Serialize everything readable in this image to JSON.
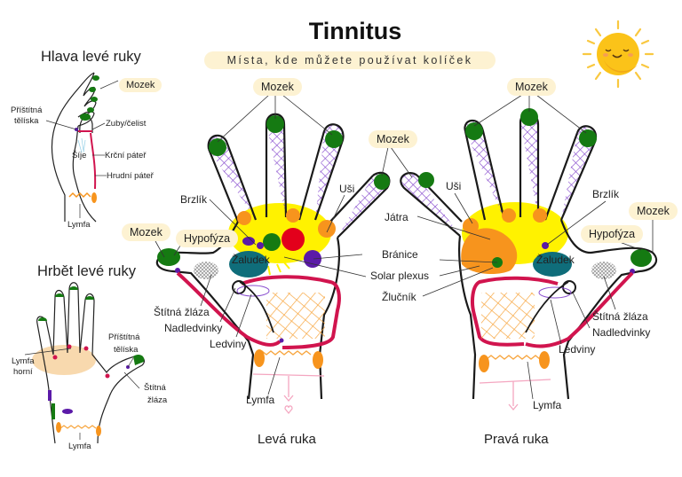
{
  "header": {
    "title": "Tinnitus",
    "subtitle": "Místa, kde můžete používat kolíček",
    "decoration": "smiling-sun-icon"
  },
  "head_of_left_hand": {
    "title": "Hlava levé ruky",
    "labels": {
      "brain": "Mozek",
      "parathyroid": "Příštítná\ntělíska",
      "parathyroid_line1": "Příštítná",
      "parathyroid_line2": "tělíska",
      "teeth_jaw": "Zuby/čelist",
      "neck": "Šíje",
      "cervical_spine": "Krční páteř",
      "thoracic_spine": "Hrudní páteř",
      "lymph": "Lymfa"
    }
  },
  "back_of_left_hand": {
    "title": "Hrbět levé ruky",
    "labels": {
      "upper_lymph_line1": "Lymfa",
      "upper_lymph_line2": "horní",
      "parathyroid_line1": "Příštítná",
      "parathyroid_line2": "tělíska",
      "thyroid_line1": "Štítná",
      "thyroid_line2": "žláza",
      "lymph": "Lymfa"
    }
  },
  "left_hand": {
    "caption": "Levá ruka",
    "labels": {
      "brain_fingers": "Mozek",
      "brain_thumb": "Mozek",
      "pituitary": "Hypofýza",
      "thymus": "Brzlík",
      "ears": "Uši",
      "stomach": "Žaludek",
      "thyroid": "Štítná žláza",
      "adrenal": "Nadledvinky",
      "kidneys": "Ledviny",
      "lymph": "Lymfa"
    }
  },
  "center_labels": {
    "brain": "Mozek",
    "diaphragm": "Bránice",
    "solar_plexus": "Solar plexus",
    "gallbladder": "Žlučník",
    "liver": "Játra"
  },
  "right_hand": {
    "caption": "Pravá ruka",
    "labels": {
      "brain_fingers": "Mozek",
      "brain_thumb": "Mozek",
      "pituitary": "Hypofýza",
      "thymus": "Brzlík",
      "ears": "Uši",
      "liver": "Játra",
      "stomach": "Žaludek",
      "thyroid": "Štítná žláza",
      "adrenal": "Nadledvinky",
      "kidneys": "Ledviny",
      "lymph": "Lymfa"
    }
  },
  "colors": {
    "brain_zone": "#157a12",
    "pillbox": "#fdf2d2",
    "orange_zone": "#f7941d",
    "yellow_zone": "#fff200",
    "red_zone": "#e3001b",
    "teal_zone": "#0f6d7a",
    "purple_zone": "#5b1aa8",
    "crosshatch": "#8a4fcf",
    "spine": "#d1144e",
    "lymph_chain": "#f7941d",
    "outline": "#1a1a1a",
    "sun": "#f9c21b"
  }
}
